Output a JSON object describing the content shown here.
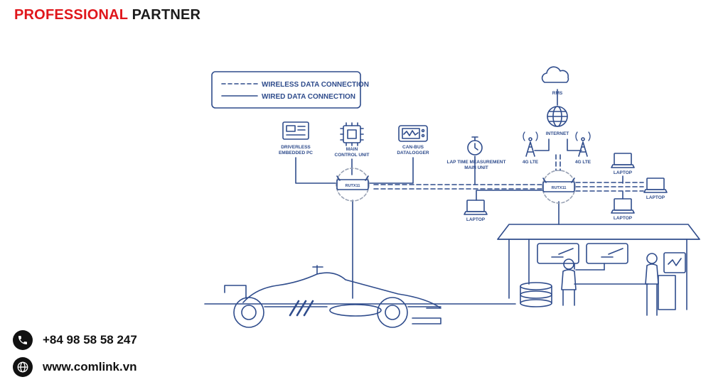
{
  "header": {
    "part1": "PROFESSIONAL",
    "part2": "PARTNER"
  },
  "legend": {
    "wireless": "WIRELESS DATA CONNECTION",
    "wired": "WIRED DATA CONNECTION"
  },
  "nodes": {
    "driverless": [
      "DRIVERLESS",
      "EMBEDDED PC"
    ],
    "mcu": [
      "MAIN",
      "CONTROL UNIT"
    ],
    "canbus": [
      "CAN-BUS",
      "DATALOGGER"
    ],
    "laptime": [
      "LAP TIME MEASUREMENT",
      "MAIN UNIT"
    ],
    "rms": "RMS",
    "internet": "INTERNET",
    "lte_left": "4G LTE",
    "lte_right": "4G LTE",
    "router": "RUTX11",
    "laptop": "LAPTOP"
  },
  "contact": {
    "phone": "+84 98 58 58 247",
    "website": "www.comlink.vn"
  },
  "icons": {
    "phone": "phone-icon",
    "globe": "globe-icon"
  },
  "colors": {
    "brand_red": "#e0161b",
    "diagram_blue": "#2f4c8c"
  }
}
